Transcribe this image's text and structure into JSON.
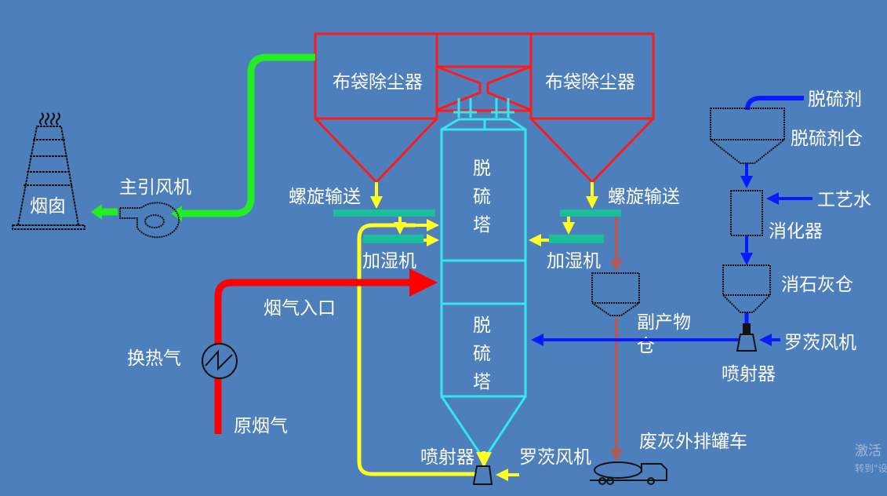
{
  "labels": {
    "bag_filter_left": "布袋除尘器",
    "bag_filter_right": "布袋除尘器",
    "chimney": "烟囱",
    "main_fan": "主引风机",
    "screw_conveyor_left": "螺旋输送",
    "screw_conveyor_right": "螺旋输送",
    "humidifier_left": "加湿机",
    "humidifier_right": "加湿机",
    "tower_upper": [
      "脱",
      "硫",
      "塔"
    ],
    "tower_lower": [
      "脱",
      "硫",
      "塔"
    ],
    "flue_gas_inlet": "烟气入口",
    "heat_exchanger": "换热气",
    "raw_flue_gas": "原烟气",
    "ejector_bottom": "喷射器",
    "roots_blower_bottom": "罗茨风机",
    "byproduct_silo_line1": "副产物",
    "byproduct_silo_line2": "仓",
    "waste_ash_truck": "废灰外排罐车",
    "desulfurizer": "脱硫剂",
    "desulfurizer_silo": "脱硫剂仓",
    "process_water": "工艺水",
    "digester": "消化器",
    "slaked_lime_silo": "消石灰仓",
    "roots_blower_right": "罗茨风机",
    "ejector_right": "喷射器"
  },
  "watermark": {
    "line1": "激活",
    "line2": "转到\"设"
  },
  "colors": {
    "background": "#4e7fbd",
    "bag_filter": "#ff1a1a",
    "tower": "#33e6f0",
    "clean_gas": "#22ee22",
    "raw_gas": "#ff0000",
    "ash_recycle": "#ffff22",
    "lime": "#0a1aff",
    "waste_ash": "#b05a5a",
    "humidifier": "#1abf9a"
  }
}
